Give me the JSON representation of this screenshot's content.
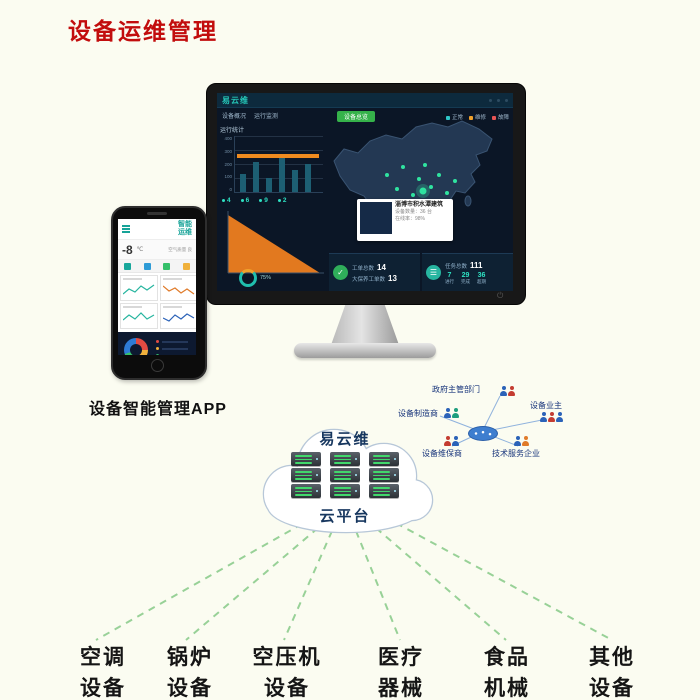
{
  "page": {
    "title": "设备运维管理"
  },
  "colors": {
    "title_red": "#c20d0d",
    "accent_teal": "#18a79b",
    "button_green": "#35b24a",
    "connection_line_green": "#93cf93",
    "screen_navy": "#0b1626",
    "chart_orange": "#ef8b1f"
  },
  "monitor": {
    "power_symbol": "⏻",
    "dashboard": {
      "brand": "易云维",
      "subnav": [
        "设备概况",
        "运行监测"
      ],
      "overview_button": "设备总览",
      "legend": [
        {
          "label": "正常"
        },
        {
          "label": "维修"
        },
        {
          "label": "故障"
        }
      ],
      "chart1_title": "运行统计",
      "chart1_yticks": [
        "400",
        "300",
        "200",
        "100",
        "0"
      ],
      "mini_stats": [
        "4",
        "6",
        "9",
        "2"
      ],
      "gauge_value": "75%",
      "popup": {
        "title": "淄博市积水潭建筑",
        "line1": "设备数量：36 台",
        "line2": "在线率：98%"
      },
      "stats_left": [
        {
          "label": "工单总数",
          "value": "14"
        },
        {
          "label": "大保养工单数",
          "value": "13"
        }
      ],
      "stats_right": {
        "label": "任务总数",
        "value": "111",
        "sub": [
          {
            "label": "进行",
            "value": "7"
          },
          {
            "label": "完成",
            "value": "29"
          },
          {
            "label": "超期",
            "value": "36"
          }
        ]
      }
    }
  },
  "phone": {
    "title_line1": "智能",
    "title_line2": "运维",
    "temperature": "-8",
    "temp_unit": "℃",
    "weather_note": "空气质量 良",
    "caption": "设备智能管理APP"
  },
  "cloud": {
    "brand": "易云维",
    "platform": "云平台"
  },
  "network": {
    "nodes": [
      {
        "label": "政府主管部门"
      },
      {
        "label": "设备制造商"
      },
      {
        "label": "设备业主"
      },
      {
        "label": "设备维保商"
      },
      {
        "label": "技术服务企业"
      }
    ]
  },
  "categories": [
    {
      "line1": "空调",
      "line2": "设备"
    },
    {
      "line1": "锅炉",
      "line2": "设备"
    },
    {
      "line1": "空压机",
      "line2": "设备"
    },
    {
      "line1": "医疗",
      "line2": "器械"
    },
    {
      "line1": "食品",
      "line2": "机械"
    },
    {
      "line1": "其他",
      "line2": "设备"
    }
  ]
}
